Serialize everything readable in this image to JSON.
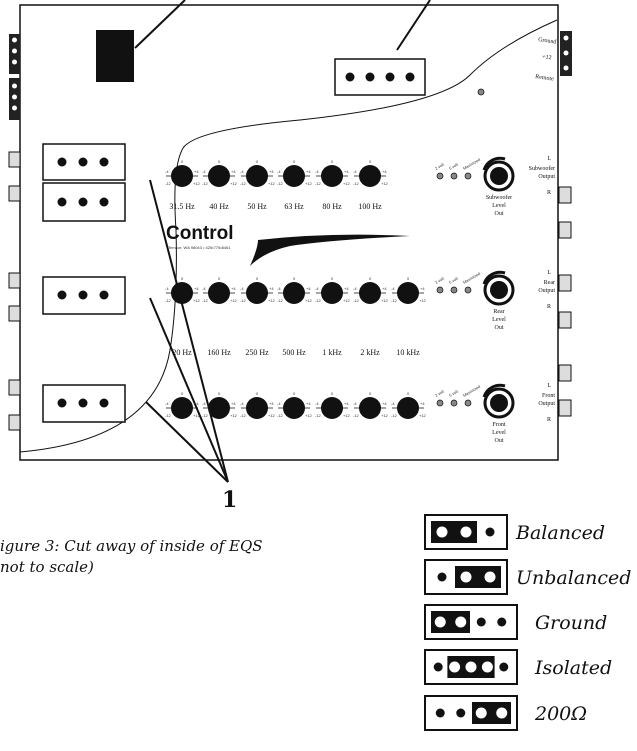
{
  "figure": {
    "caption_line1": "igure 3: Cut away of inside of EQS",
    "caption_line2": "not to scale)",
    "callout_number": "1"
  },
  "device": {
    "brand": "Control",
    "address": "Terrace, WA 98043 • 425•775•8461",
    "power_terminals": [
      "Ground",
      "+12",
      "Remote"
    ],
    "level_labels": [
      "2 volt",
      "5 volt",
      "Maximized"
    ],
    "sections": [
      {
        "id": "subwoofer",
        "knob_label": [
          "Subwoofer",
          "Level",
          "Out"
        ],
        "output_label": [
          "Subwoofer",
          "Output"
        ],
        "channel_L": "L",
        "channel_R": "R",
        "freqs": [
          "31.5 Hz",
          "40 Hz",
          "50 Hz",
          "63 Hz",
          "80 Hz",
          "100 Hz"
        ]
      },
      {
        "id": "rear",
        "knob_label": [
          "Rear",
          "Level",
          "Out"
        ],
        "output_label": [
          "Rear",
          "Output"
        ],
        "channel_L": "L",
        "channel_R": "R",
        "freqs": [
          "20 Hz",
          "160 Hz",
          "250 Hz",
          "500 Hz",
          "1 kHz",
          "2 kHz",
          "10 kHz"
        ]
      },
      {
        "id": "front",
        "knob_label": [
          "Front",
          "Level",
          "Out"
        ],
        "output_label": [
          "Front",
          "Output"
        ],
        "channel_L": "L",
        "channel_R": "R",
        "freqs": []
      }
    ],
    "slider_scale": [
      "-4",
      "0",
      "+4",
      "-8",
      "-12",
      "+8",
      "+12"
    ]
  },
  "legend": [
    {
      "label": "Balanced"
    },
    {
      "label": "Unbalanced"
    },
    {
      "label": "Ground"
    },
    {
      "label": "Isolated"
    },
    {
      "label": "200Ω"
    }
  ]
}
